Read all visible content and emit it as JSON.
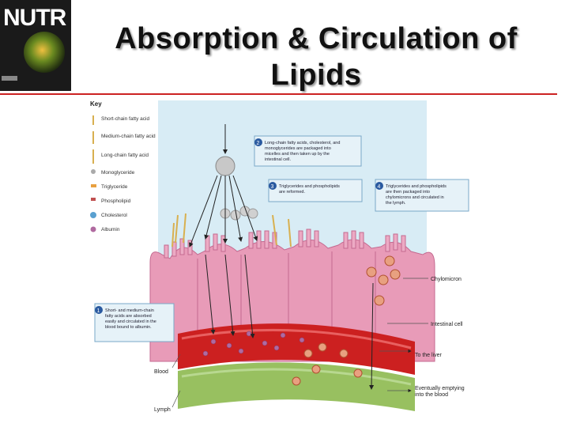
{
  "cover": {
    "brand": "NUTR"
  },
  "title": {
    "line1": "Absorption & Circulation of",
    "line2": "Lipids"
  },
  "key": {
    "heading": "Key",
    "items": [
      {
        "label": "Short-chain fatty acid",
        "icon": "short-chain-icon"
      },
      {
        "label": "Medium-chain fatty acid",
        "icon": "medium-chain-icon"
      },
      {
        "label": "Long-chain fatty acid",
        "icon": "long-chain-icon"
      },
      {
        "label": "Monoglyceride",
        "icon": "monoglyceride-icon"
      },
      {
        "label": "Triglyceride",
        "icon": "triglyceride-icon"
      },
      {
        "label": "Phospholipid",
        "icon": "phospholipid-icon"
      },
      {
        "label": "Cholesterol",
        "icon": "cholesterol-icon"
      },
      {
        "label": "Albumin",
        "icon": "albumin-icon"
      }
    ]
  },
  "steps": {
    "s1": {
      "num": "1",
      "text": "Short- and medium-chain fatty acids are absorbed easily and circulated in the blood bound to albumin."
    },
    "s2": {
      "num": "2",
      "text": "Long-chain fatty acids, cholesterol, and monoglycerides are packaged into micelles and then taken up by the intestinal cell."
    },
    "s3": {
      "num": "3",
      "text": "Triglycerides and phospholipids are reformed."
    },
    "s4": {
      "num": "4",
      "text": "Triglycerides and phospholipids are then packaged into chylomicrons and circulated in the lymph."
    }
  },
  "labels": {
    "chylomicron": "Chylomicron",
    "intestinal_cell": "Intestinal cell",
    "to_liver": "To the liver",
    "eventually": "Eventually emptying into the blood",
    "blood": "Blood",
    "lymph": "Lymph"
  },
  "colors": {
    "lumen": "#d8ecf5",
    "cell": "#e89bb8",
    "blood": "#cc2020",
    "lymph": "#98c060",
    "rule": "#cc2222",
    "step_badge": "#2a5aa0"
  }
}
